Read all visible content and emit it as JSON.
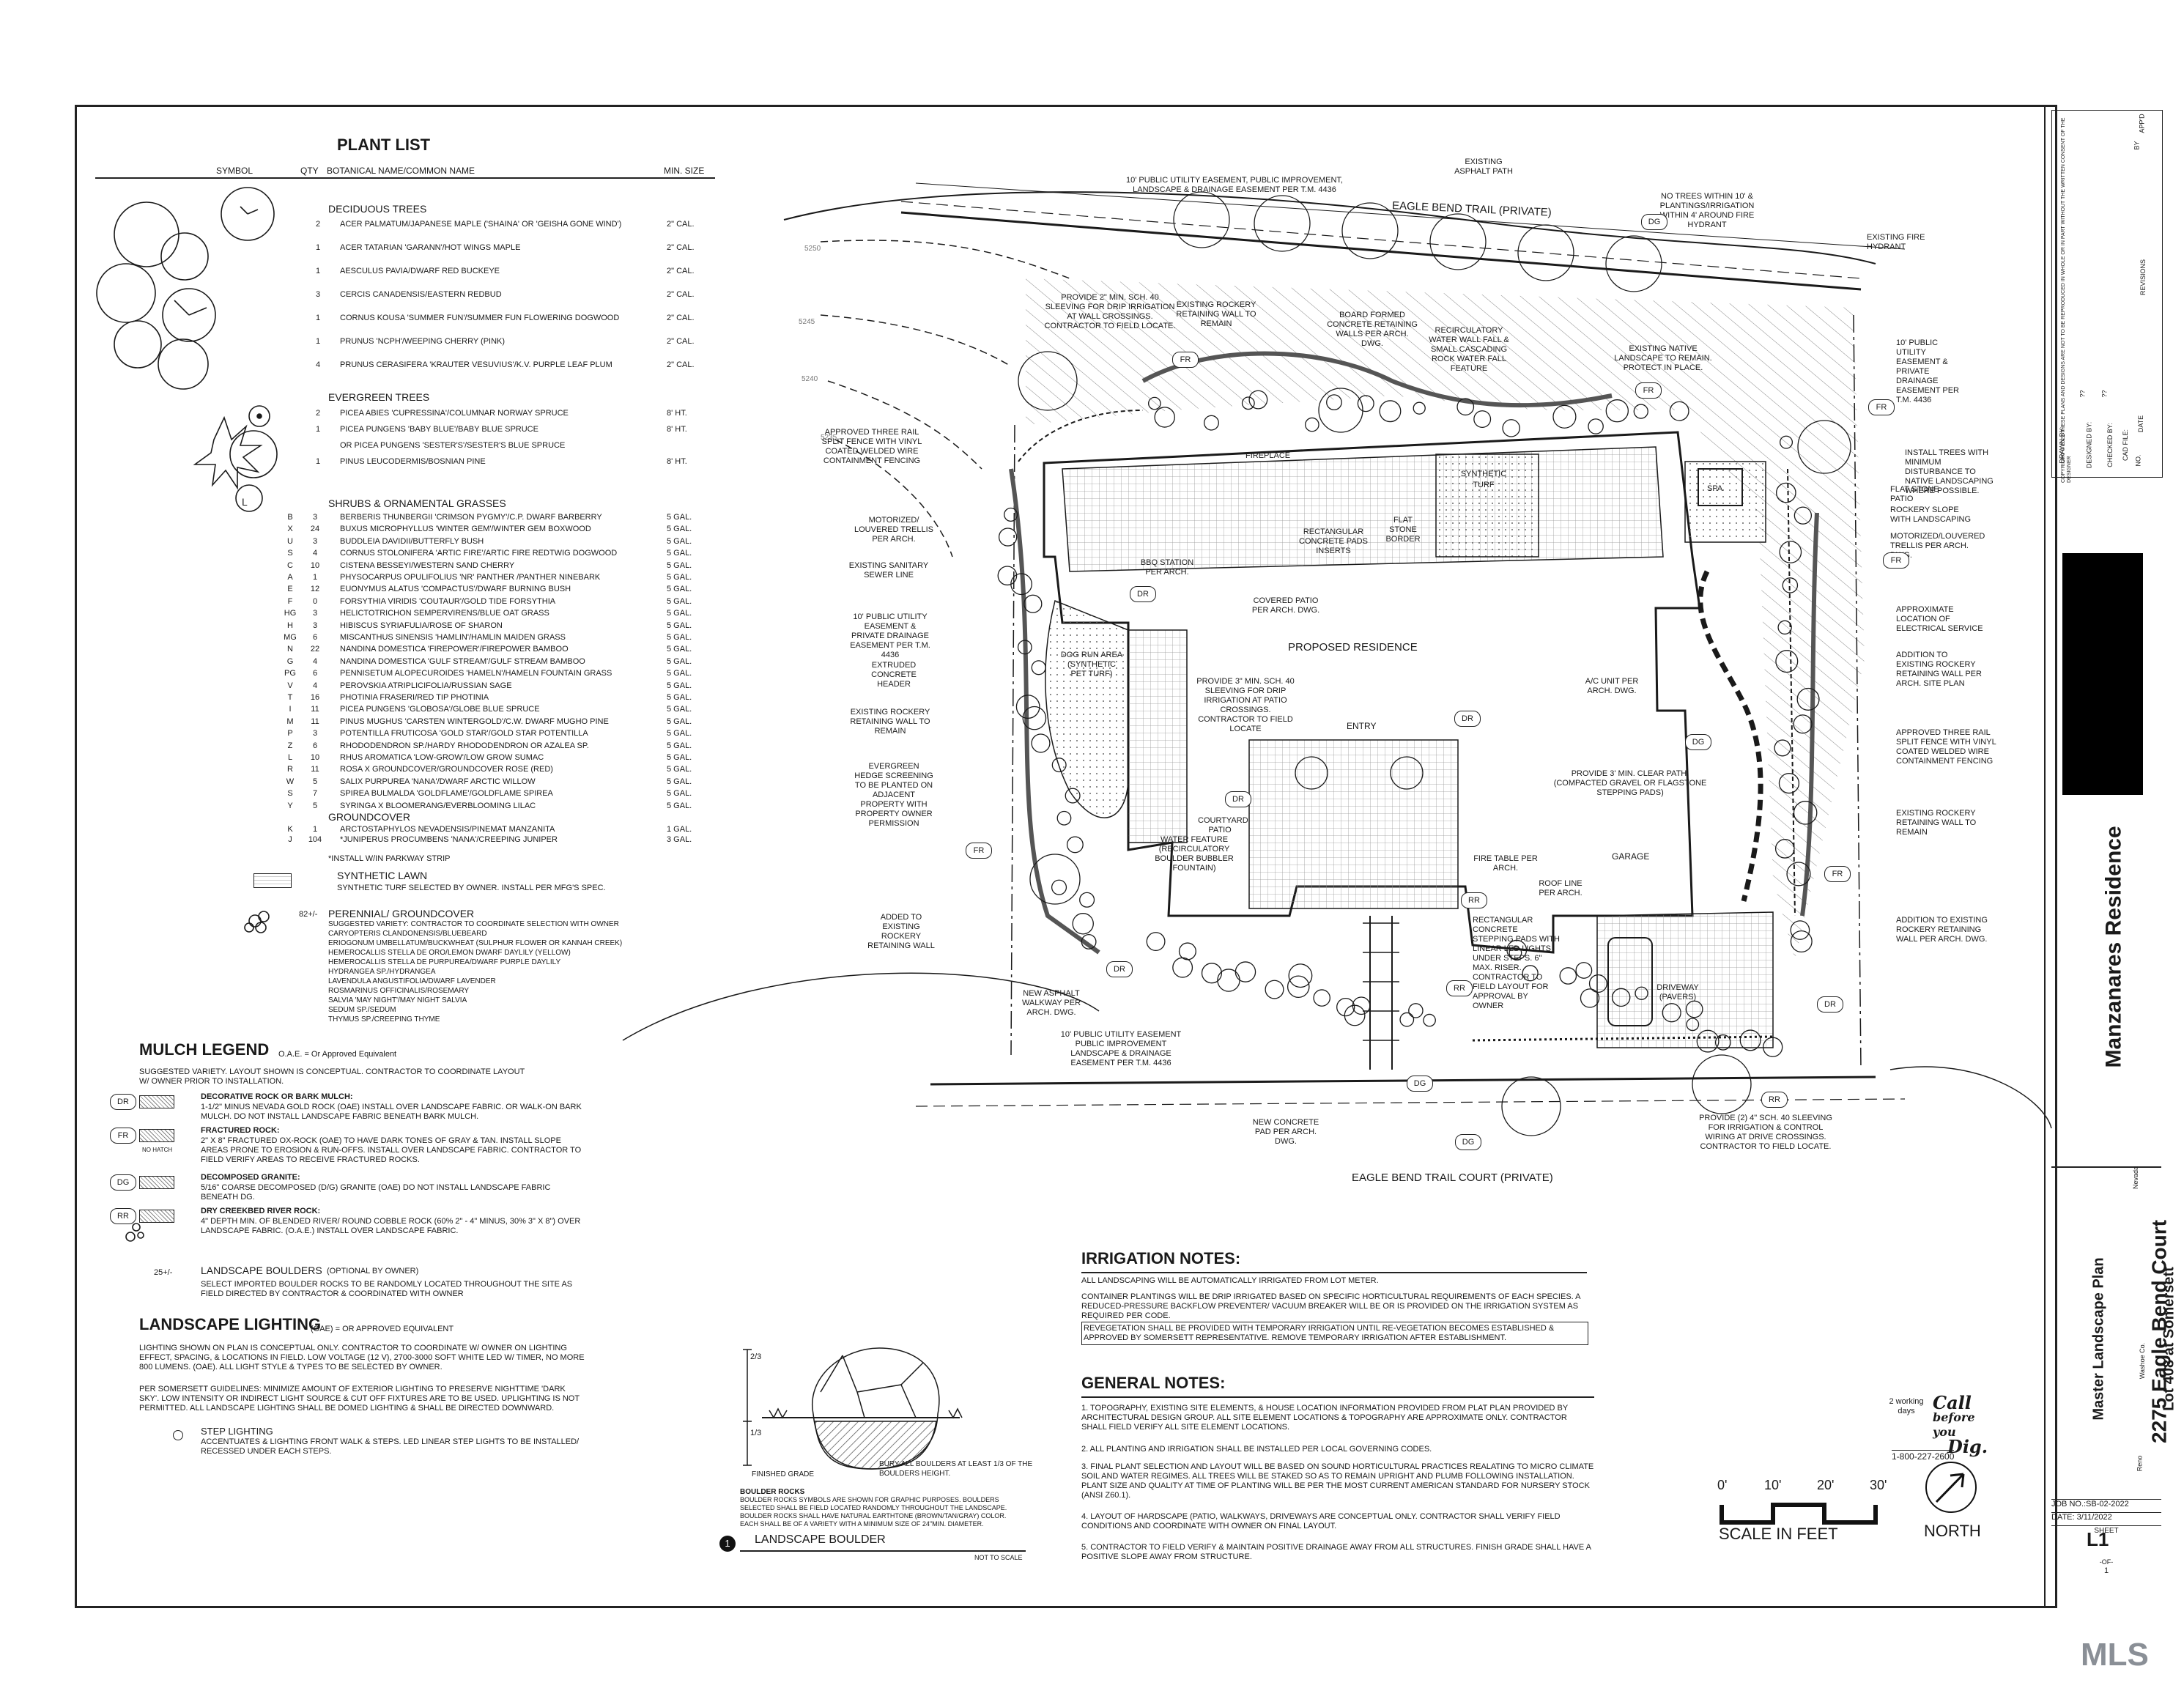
{
  "plant_list": {
    "title": "PLANT LIST",
    "headers": {
      "symbol": "SYMBOL",
      "qty": "QTY",
      "name": "BOTANICAL NAME/COMMON NAME",
      "size": "MIN. SIZE"
    },
    "deciduous_title": "DECIDUOUS TREES",
    "deciduous": [
      {
        "qty": "2",
        "name": "ACER PALMATUM/JAPANESE MAPLE ('SHAINA' OR 'GEISHA GONE WIND')",
        "size": "2\" CAL."
      },
      {
        "qty": "1",
        "name": "ACER TATARIAN 'GARANN'/HOT WINGS MAPLE",
        "size": "2\" CAL."
      },
      {
        "qty": "1",
        "name": "AESCULUS PAVIA/DWARF RED BUCKEYE",
        "size": "2\" CAL."
      },
      {
        "qty": "3",
        "name": "CERCIS CANADENSIS/EASTERN REDBUD",
        "size": "2\" CAL."
      },
      {
        "qty": "1",
        "name": "CORNUS KOUSA 'SUMMER FUN'/SUMMER FUN FLOWERING DOGWOOD",
        "size": "2\" CAL."
      },
      {
        "qty": "1",
        "name": "PRUNUS 'NCPH'/WEEPING CHERRY (PINK)",
        "size": "2\" CAL."
      },
      {
        "qty": "4",
        "name": "PRUNUS CERASIFERA 'KRAUTER VESUVIUS'/K.V. PURPLE LEAF PLUM",
        "size": "2\" CAL."
      }
    ],
    "evergreen_title": "EVERGREEN TREES",
    "evergreen": [
      {
        "qty": "2",
        "name": "PICEA ABIES 'CUPRESSINA'/COLUMNAR NORWAY SPRUCE",
        "size": "8' HT."
      },
      {
        "qty": "1",
        "name": "PICEA PUNGENS 'BABY BLUE'/BABY BLUE SPRUCE",
        "size": "8' HT."
      },
      {
        "qty": "",
        "name": "OR PICEA PUNGENS 'SESTER'S'/SESTER'S BLUE SPRUCE",
        "size": ""
      },
      {
        "qty": "1",
        "name": "PINUS LEUCODERMIS/BOSNIAN PINE",
        "size": "8' HT."
      }
    ],
    "shrubs_title": "SHRUBS & ORNAMENTAL GRASSES",
    "shrubs": [
      {
        "sym": "B",
        "qty": "3",
        "name": "BERBERIS THUNBERGII 'CRIMSON PYGMY'/C.P. DWARF BARBERRY",
        "size": "5 GAL."
      },
      {
        "sym": "X",
        "qty": "24",
        "name": "BUXUS MICROPHYLLUS 'WINTER GEM'/WINTER GEM BOXWOOD",
        "size": "5 GAL."
      },
      {
        "sym": "U",
        "qty": "3",
        "name": "BUDDLEIA DAVIDII/BUTTERFLY BUSH",
        "size": "5 GAL."
      },
      {
        "sym": "S",
        "qty": "4",
        "name": "CORNUS STOLONIFERA 'ARTIC FIRE'/ARTIC FIRE REDTWIG DOGWOOD",
        "size": "5 GAL."
      },
      {
        "sym": "C",
        "qty": "10",
        "name": "CISTENA BESSEYI/WESTERN SAND CHERRY",
        "size": "5 GAL."
      },
      {
        "sym": "A",
        "qty": "1",
        "name": "PHYSOCARPUS OPULIFOLIUS 'NR' PANTHER /PANTHER NINEBARK",
        "size": "5 GAL."
      },
      {
        "sym": "E",
        "qty": "12",
        "name": "EUONYMUS ALATUS 'COMPACTUS'/DWARF BURNING BUSH",
        "size": "5 GAL."
      },
      {
        "sym": "F",
        "qty": "0",
        "name": "FORSYTHIA VIRIDIS 'COUTAUR'/GOLD TIDE FORSYTHIA",
        "size": "5 GAL."
      },
      {
        "sym": "hg",
        "qty": "3",
        "name": "HELICTOTRICHON SEMPERVIRENS/BLUE OAT GRASS",
        "size": "5 GAL."
      },
      {
        "sym": "H",
        "qty": "3",
        "name": "HIBISCUS SYRIAFULIA/ROSE OF SHARON",
        "size": "5 GAL."
      },
      {
        "sym": "mg",
        "qty": "6",
        "name": "MISCANTHUS SINENSIS 'HAMLIN'/HAMLIN MAIDEN GRASS",
        "size": "5 GAL."
      },
      {
        "sym": "N",
        "qty": "22",
        "name": "NANDINA DOMESTICA 'FIREPOWER'/FIREPOWER BAMBOO",
        "size": "5 GAL."
      },
      {
        "sym": "G",
        "qty": "4",
        "name": "NANDINA DOMESTICA 'GULF STREAM'/GULF STREAM BAMBOO",
        "size": "5 GAL."
      },
      {
        "sym": "pg",
        "qty": "6",
        "name": "PENNISETUM ALOPECUROIDES 'HAMELN'/HAMELN FOUNTAIN GRASS",
        "size": "5 GAL."
      },
      {
        "sym": "V",
        "qty": "4",
        "name": "PEROVSKIA ATRIPLICIFOLIA/RUSSIAN SAGE",
        "size": "5 GAL."
      },
      {
        "sym": "T",
        "qty": "16",
        "name": "PHOTINIA FRASERI/RED TIP PHOTINIA",
        "size": "5 GAL."
      },
      {
        "sym": "I",
        "qty": "11",
        "name": "PICEA PUNGENS 'GLOBOSA'/GLOBE BLUE SPRUCE",
        "size": "5 GAL."
      },
      {
        "sym": "M",
        "qty": "11",
        "name": "PINUS MUGHUS 'CARSTEN WINTERGOLD'/C.W. DWARF MUGHO PINE",
        "size": "5 GAL."
      },
      {
        "sym": "P",
        "qty": "3",
        "name": "POTENTILLA FRUTICOSA 'GOLD STAR'/GOLD STAR POTENTILLA",
        "size": "5 GAL."
      },
      {
        "sym": "Z",
        "qty": "6",
        "name": "RHODODENDRON SP./HARDY RHODODENDRON OR AZALEA SP.",
        "size": "5 GAL."
      },
      {
        "sym": "L",
        "qty": "10",
        "name": "RHUS AROMATICA 'LOW-GROW'/LOW GROW SUMAC",
        "size": "5 GAL."
      },
      {
        "sym": "R",
        "qty": "11",
        "name": "ROSA X GROUNDCOVER/GROUNDCOVER ROSE (RED)",
        "size": "5 GAL."
      },
      {
        "sym": "W",
        "qty": "5",
        "name": "SALIX PURPUREA 'NANA'/DWARF ARCTIC WILLOW",
        "size": "5 GAL."
      },
      {
        "sym": "S",
        "qty": "7",
        "name": "SPIREA BULMALDA 'GOLDFLAME'/GOLDFLAME SPIREA",
        "size": "5 GAL."
      },
      {
        "sym": "Y",
        "qty": "5",
        "name": "SYRINGA X BLOOMERANG/EVERBLOOMING LILAC",
        "size": "5 GAL."
      }
    ],
    "groundcover_title": "GROUNDCOVER",
    "groundcover": [
      {
        "sym": "K",
        "qty": "1",
        "name": "ARCTOSTAPHYLOS NEVADENSIS/PINEMAT MANZANITA",
        "size": "1 GAL."
      },
      {
        "sym": "J",
        "qty": "104",
        "name": "*JUNIPERUS PROCUMBENS 'NANA'/CREEPING JUNIPER",
        "size": "3 GAL."
      }
    ],
    "parkway_note": "*INSTALL W/IN PARKWAY STRIP",
    "synthetic_title": "SYNTHETIC LAWN",
    "synthetic_text": "SYNTHETIC TURF SELECTED BY OWNER.  INSTALL PER MFG'S SPEC.",
    "perennial_qty": "82+/-",
    "perennial_title": "PERENNIAL/ GROUNDCOVER",
    "perennial_lines": [
      "SUGGESTED VARIETY:  CONTRACTOR TO COORDINATE SELECTION WITH OWNER",
      "CARYOPTERIS CLANDONENSIS/BLUEBEARD",
      "ERIOGONUM UMBELLATUM/BUCKWHEAT (SULPHUR FLOWER OR KANNAH CREEK)",
      "HEMEROCALLIS STELLA DE ORO/LEMON DWARF DAYLILY (YELLOW)",
      "HEMEROCALLIS STELLA DE PURPUREA/DWARF PURPLE DAYLILY",
      "HYDRANGEA SP./HYDRANGEA",
      "LAVENDULA ANGUSTIFOLIA/DWARF LAVENDER",
      "ROSMARINUS OFFICINALIS/ROSEMARY",
      "SALVIA 'MAY NIGHT'/MAY NIGHT SALVIA",
      "SEDUM SP./SEDUM",
      "THYMUS SP./CREEPING THYME"
    ]
  },
  "mulch": {
    "title": "MULCH LEGEND",
    "oae": "O.A.E. = Or Approved Equivalent",
    "intro": "SUGGESTED VARIETY.  LAYOUT SHOWN IS CONCEPTUAL.  CONTRACTOR TO COORDINATE LAYOUT W/ OWNER PRIOR TO INSTALLATION.",
    "items": [
      {
        "code": "DR",
        "title": "DECORATIVE ROCK OR BARK MULCH:",
        "text": "1-1/2\" MINUS NEVADA GOLD ROCK (OAE) INSTALL OVER LANDSCAPE FABRIC.  OR WALK-ON BARK MULCH.  DO NOT INSTALL LANDSCAPE FABRIC BENEATH BARK MULCH."
      },
      {
        "code": "FR",
        "title": "FRACTURED ROCK:",
        "text": "2\" X 8\" FRACTURED OX-ROCK (OAE) TO HAVE DARK TONES OF GRAY & TAN.  INSTALL SLOPE AREAS PRONE TO EROSION & RUN-OFFS.  INSTALL OVER LANDSCAPE FABRIC.  CONTRACTOR TO FIELD VERIFY AREAS TO RECEIVE FRACTURED ROCKS."
      },
      {
        "code": "DG",
        "title": "DECOMPOSED GRANITE:",
        "text": "5/16\" COARSE DECOMPOSED (D/G) GRANITE (OAE) DO NOT INSTALL LANDSCAPE FABRIC BENEATH DG."
      },
      {
        "code": "RR",
        "title": "DRY CREEKBED RIVER ROCK:",
        "text": "4\" DEPTH MIN. OF BLENDED RIVER/ ROUND COBBLE ROCK (60% 2\" - 4\" MINUS, 30% 3\" X 8\") OVER LANDSCAPE FABRIC. (O.A.E.) INSTALL OVER LANDSCAPE FABRIC."
      }
    ],
    "no_hatch": "NO HATCH",
    "boulder_qty": "25+/-",
    "boulder_title": "LANDSCAPE BOULDERS",
    "boulder_sub": "(OPTIONAL BY OWNER)",
    "boulder_text": "SELECT IMPORTED BOULDER ROCKS TO BE RANDOMLY LOCATED THROUGHOUT THE SITE AS FIELD DIRECTED BY CONTRACTOR & COORDINATED WITH OWNER"
  },
  "lighting": {
    "title": "LANDSCAPE LIGHTING",
    "oae": "(OAE) = OR APPROVED EQUIVALENT",
    "p1": "LIGHTING SHOWN ON PLAN IS CONCEPTUAL ONLY. CONTRACTOR TO COORDINATE W/ OWNER ON LIGHTING EFFECT, SPACING, & LOCATIONS IN FIELD.  LOW VOLTAGE (12 V), 2700-3000 SOFT WHITE LED W/ TIMER, NO MORE 800 LUMENS. (OAE).  ALL LIGHT STYLE & TYPES TO BE SELECTED BY OWNER.",
    "p2": "PER SOMERSETT GUIDELINES: MINIMIZE AMOUNT OF EXTERIOR LIGHTING TO PRESERVE NIGHTTIME 'DARK SKY'.  LOW INTENSITY OR INDIRECT LIGHT SOURCE & CUT OFF FIXTURES ARE TO BE USED.  UPLIGHTING IS NOT PERMITTED.  ALL LANDSCAPE LIGHTING SHALL BE DOMED LIGHTING & SHALL BE DIRECTED DOWNWARD.",
    "step_title": "STEP LIGHTING",
    "step_text": "ACCENTUATES & LIGHTING FRONT WALK & STEPS.  LED LINEAR STEP LIGHTS TO BE INSTALLED/ RECESSED UNDER EACH STEPS."
  },
  "boulder_detail": {
    "dim_top": "2/3",
    "dim_bot": "1/3",
    "finished_grade": "FINISHED GRADE",
    "bury": "BURY ALL BOULDERS AT LEAST 1/3 OF THE BOULDERS HEIGHT.",
    "boulder_rocks_title": "BOULDER ROCKS",
    "boulder_rocks_text": "BOULDER ROCKS SYMBOLS ARE SHOWN FOR GRAPHIC PURPOSES. BOULDERS SELECTED SHALL BE FIELD LOCATED RANDOMLY THROUGHOUT THE LANDSCAPE. BOULDER ROCKS SHALL HAVE NATURAL EARTHTONE (BROWN/TAN/GRAY) COLOR. EACH SHALL BE OF A VARIETY WITH A MINIMUM SIZE OF 24\"MIN. DIAMETER.",
    "num": "1",
    "title": "LANDSCAPE BOULDER",
    "scale": "NOT TO SCALE"
  },
  "irrigation": {
    "title": "IRRIGATION NOTES:",
    "lines": [
      "ALL LANDSCAPING WILL BE AUTOMATICALLY IRRIGATED FROM LOT METER.",
      "CONTAINER PLANTINGS WILL BE DRIP IRRIGATED BASED ON SPECIFIC HORTICULTURAL REQUIREMENTS OF EACH SPECIES.  A REDUCED-PRESSURE BACKFLOW PREVENTER/ VACUUM BREAKER WILL BE OR IS PROVIDED ON THE IRRIGATION SYSTEM AS REQUIRED PER CODE.",
      "REVEGETATION SHALL BE PROVIDED WITH TEMPORARY IRRIGATION UNTIL RE-VEGETATION BECOMES ESTABLISHED & APPROVED BY SOMERSETT REPRESENTATIVE.  REMOVE TEMPORARY IRRIGATION AFTER ESTABLISHMENT."
    ]
  },
  "general": {
    "title": "GENERAL NOTES:",
    "lines": [
      "1. TOPOGRAPHY, EXISTING SITE ELEMENTS, & HOUSE LOCATION INFORMATION PROVIDED FROM PLAT PLAN PROVIDED BY ARCHITECTURAL DESIGN GROUP.  ALL SITE ELEMENT LOCATIONS & TOPOGRAPHY ARE APPROXIMATE ONLY.  CONTRACTOR SHALL FIELD VERIFY ALL SITE ELEMENT LOCATIONS.",
      "2. ALL PLANTING AND IRRIGATION SHALL BE INSTALLED PER LOCAL GOVERNING CODES.",
      "3. FINAL PLANT SELECTION AND LAYOUT WILL BE BASED ON SOUND HORTICULTURAL PRACTICES REALATING TO MICRO CLIMATE SOIL AND WATER REGIMES.  ALL TREES WILL BE STAKED SO AS TO REMAIN UPRIGHT AND PLUMB FOLLOWING INSTALLATION.  PLANT SIZE AND QUALITY AT TIME OF PLANTING WILL BE PER THE MOST CURRENT AMERICAN STANDARD FOR NURSERY STOCK  (ANSI Z60.1).",
      "4. LAYOUT OF  HARDSCAPE (PATIO, WALKWAYS, DRIVEWAYS ARE CONCEPTUAL ONLY.  CONTRACTOR SHALL VERIFY FIELD CONDITIONS AND COORDINATE WITH OWNER ON FINAL LAYOUT.",
      "5. CONTRACTOR TO FIELD VERIFY & MAINTAIN POSITIVE DRAINAGE AWAY FROM ALL STRUCTURES.  FINISH GRADE SHALL HAVE A POSITIVE SLOPE AWAY FROM STRUCTURE."
    ]
  },
  "call": {
    "days": "2 working days",
    "brand1": "Call",
    "brand2": "before you",
    "brand3": "Dig.",
    "phone": "1-800-227-2600"
  },
  "scale": {
    "ticks": [
      "0'",
      "10'",
      "20'",
      "30'"
    ],
    "label": "SCALE IN FEET",
    "north": "NORTH"
  },
  "plan": {
    "street_top": "EAGLE BEND TRAIL (PRIVATE)",
    "street_bottom": "EAGLE BEND TRAIL COURT (PRIVATE)",
    "residence": "PROPOSED RESIDENCE",
    "entry": "ENTRY",
    "garage": "GARAGE",
    "fireplace": "FIREPLACE",
    "spa": "SPA",
    "synthetic_turf": "SYNTHETIC TURF",
    "contours": [
      "5250",
      "5245",
      "5240",
      "5235"
    ],
    "callouts": [
      "EXISTING ASPHALT PATH",
      "10' PUBLIC UTILITY EASEMENT, PUBLIC IMPROVEMENT, LANDSCAPE & DRAINAGE EASEMENT PER T.M. 4436",
      "NO TREES WITHIN 10' & PLANTINGS/IRRIGATION WITHIN 4' AROUND FIRE HYDRANT",
      "EXISTING FIRE HYDRANT",
      "PROVIDE 2\" MIN. SCH. 40 SLEEVING FOR DRIP IRRIGATION AT WALL CROSSINGS.  CONTRACTOR TO FIELD LOCATE.",
      "EXISTING ROCKERY RETAINING WALL TO REMAIN",
      "BOARD FORMED CONCRETE RETAINING WALLS PER ARCH. DWG.",
      "RECIRCULATORY WATER WALL FALL & SMALL CASCADING ROCK WATER FALL FEATURE",
      "EXISTING NATIVE LANDSCAPE TO REMAIN. PROTECT IN PLACE.",
      "10' PUBLIC UTILITY EASEMENT & PRIVATE DRAINAGE EASEMENT PER T.M. 4436",
      "INSTALL TREES WITH MINIMUM DISTURBANCE TO NATIVE LANDSCAPING WHERE POSSIBLE.",
      "APPROVED THREE RAIL SPLIT FENCE WITH VINYL COATED WELDED WIRE CONTAINMENT FENCING",
      "FLAT STONE PATIO",
      "MOTORIZED/ LOUVERED TRELLIS PER ARCH.",
      "ROCKERY SLOPE WITH LANDSCAPING",
      "MOTORIZED/LOUVERED TRELLIS PER ARCH. DWG.",
      "EXISTING SANITARY SEWER LINE",
      "BBQ STATION PER ARCH.",
      "RECTANGULAR CONCRETE PADS INSERTS",
      "FLAT STONE BORDER",
      "COVERED PATIO PER ARCH. DWG.",
      "APPROXIMATE LOCATION OF ELECTRICAL SERVICE",
      "10' PUBLIC UTILITY EASEMENT & PRIVATE DRAINAGE EASEMENT PER T.M. 4436",
      "EXTRUDED CONCRETE HEADER",
      "DOG RUN AREA (SYNTHETIC PET TURF)",
      "ADDITION TO EXISTING ROCKERY RETAINING WALL PER ARCH. SITE PLAN",
      "PROVIDE 3\" MIN. SCH. 40 SLEEVING FOR DRIP IRRIGATION AT PATIO CROSSINGS. CONTRACTOR TO FIELD LOCATE",
      "A/C UNIT PER ARCH. DWG.",
      "EXISTING ROCKERY RETAINING WALL TO REMAIN",
      "APPROVED THREE RAIL SPLIT FENCE WITH VINYL COATED WELDED WIRE CONTAINMENT FENCING",
      "EVERGREEN HEDGE SCREENING TO BE PLANTED ON ADJACENT PROPERTY WITH PROPERTY OWNER PERMISSION",
      "PROVIDE 3' MIN. CLEAR PATH. (COMPACTED GRAVEL OR FLAGSTONE STEPPING PADS)",
      "EXISTING ROCKERY RETAINING WALL TO REMAIN",
      "COURTYARD PATIO",
      "WATER FEATURE (RECIRCULATORY BOULDER BUBBLER FOUNTAIN)",
      "FIRE TABLE PER ARCH.",
      "ROOF LINE PER ARCH.",
      "ADDED TO EXISTING ROCKERY RETAINING WALL",
      "RECTANGULAR CONCRETE STEPPING PADS WITH LINEAR LED LIGHTS UNDER STEPS. 6\" MAX. RISER. CONTRACTOR TO FIELD LAYOUT FOR APPROVAL BY OWNER",
      "ADDITION TO EXISTING ROCKERY RETAINING WALL PER ARCH. DWG.",
      "NEW ASPHALT WALKWAY PER ARCH. DWG.",
      "DRIVEWAY (PAVERS)",
      "10' PUBLIC UTILITY EASEMENT PUBLIC IMPROVEMENT LANDSCAPE & DRAINAGE EASEMENT PER T.M. 4436",
      "NEW CONCRETE PAD PER ARCH. DWG.",
      "PROVIDE (2) 4\" SCH. 40 SLEEVING FOR IRRIGATION & CONTROL WIRING AT DRIVE CROSSINGS. CONTRACTOR TO FIELD LOCATE."
    ]
  },
  "titleblock": {
    "revisions": [
      "NO.",
      "DATE",
      "REVISIONS",
      "BY",
      "APP'D"
    ],
    "drawn": "DRAWN BY:",
    "designed": "DESIGNED BY:",
    "checked": "CHECKED BY:",
    "cad": "CAD FILE:",
    "q": "??",
    "project": "Manzanares Residence",
    "plan_title": "Master Landscape Plan",
    "address": "2275 Eagle Bend Court",
    "lot": "Lot 408 at Somersett",
    "city": "Reno",
    "county": "Washoe Co.",
    "state": "Nevada",
    "job": "JOB NO.:SB-02-2022",
    "date": "DATE: 3/11/2022",
    "sheet": "SHEET",
    "sheet_no": "L1",
    "of": "-OF-",
    "total": "1",
    "copyright": "COPYRIGHT  ©  2022 THESE PLANS AND DESIGNS ARE NOT TO BE REPRODUCED IN WHOLE OR IN PART WITHOUT THE WRITTEN CONSENT OF THE DESIGNER"
  },
  "watermark": "MLS",
  "colors": {
    "ink": "#1a1a1a",
    "hatch": "#555555",
    "redact": "#000000",
    "mls": "#8a8f96"
  }
}
